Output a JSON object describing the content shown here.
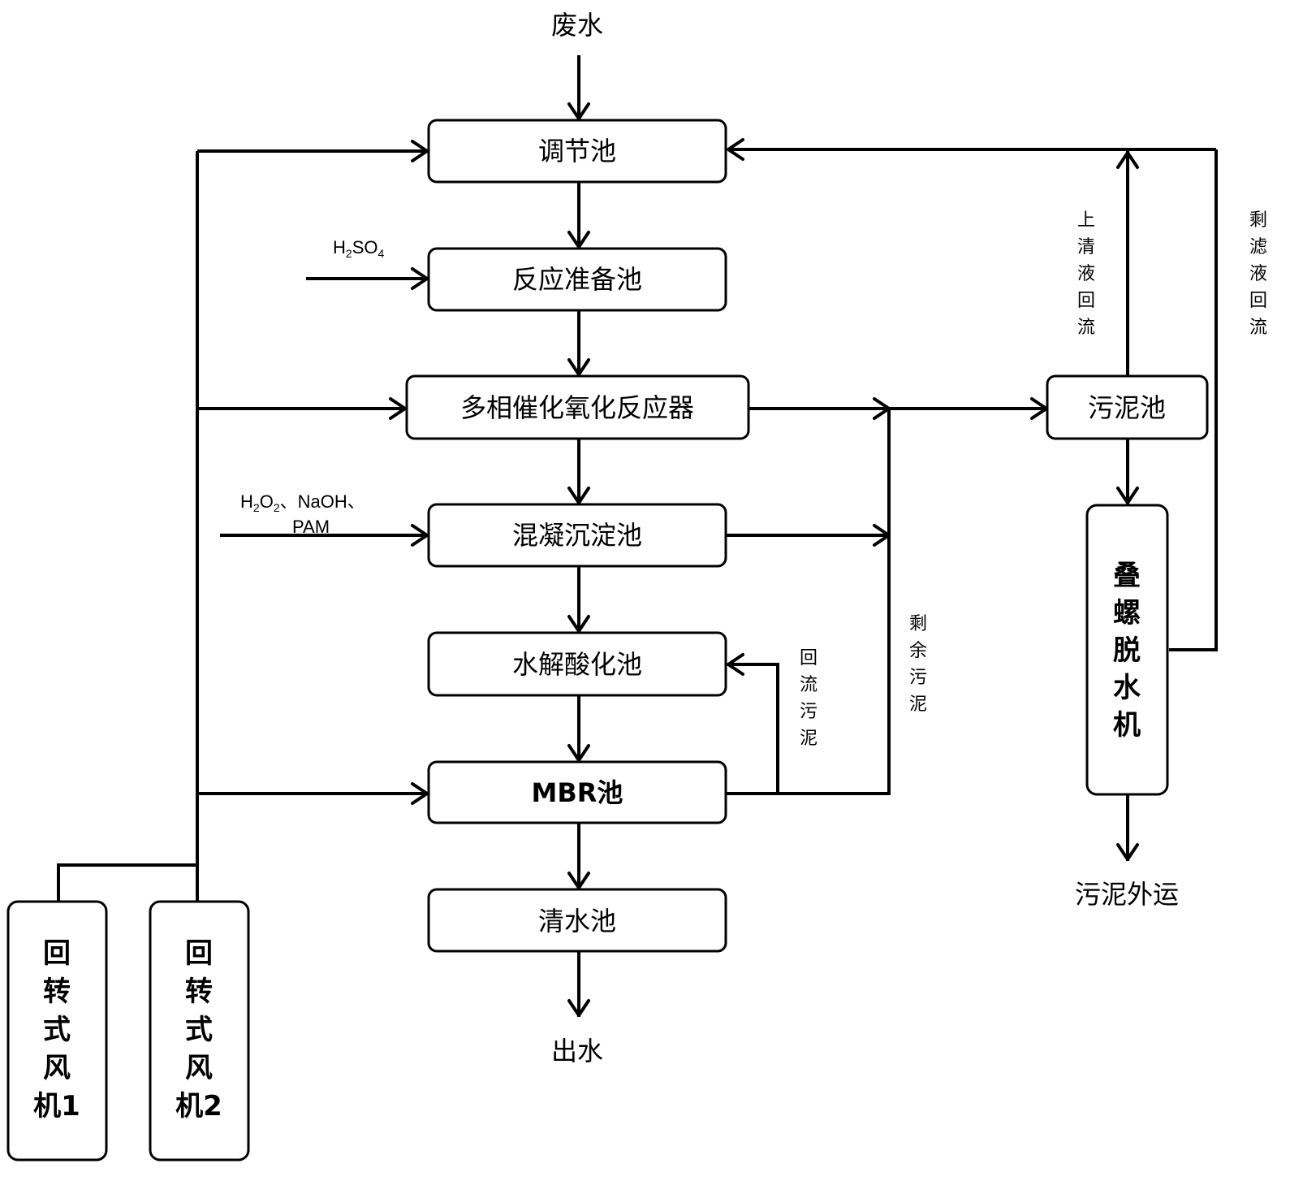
{
  "input_label": "废水",
  "output_label": "出水",
  "sludge_out_label": "污泥外运",
  "boxes": {
    "regulating_tank": "调节池",
    "reaction_prep_tank": "反应准备池",
    "catalytic_oxidation_reactor": "多相催化氧化反应器",
    "coagulation_sedimentation_tank": "混凝沉淀池",
    "hydrolysis_acidification_tank": "水解酸化池",
    "mbr_tank": "MBR池",
    "clear_water_tank": "清水池",
    "sludge_tank": "污泥池",
    "screw_dewatering_machine": "叠螺脱水机",
    "blower_1": "回转式风机1",
    "blower_2": "回转式风机2"
  },
  "chemicals": {
    "h2so4": {
      "formula": "H2SO4"
    },
    "coagulants": {
      "line1": "H2O2、NaOH、",
      "line2": "PAM"
    }
  },
  "flow_labels": {
    "supernatant_return": "上清液回流",
    "filtrate_return": "剩滤液回流",
    "return_sludge": "回流污泥",
    "excess_sludge": "剩余污泥"
  }
}
